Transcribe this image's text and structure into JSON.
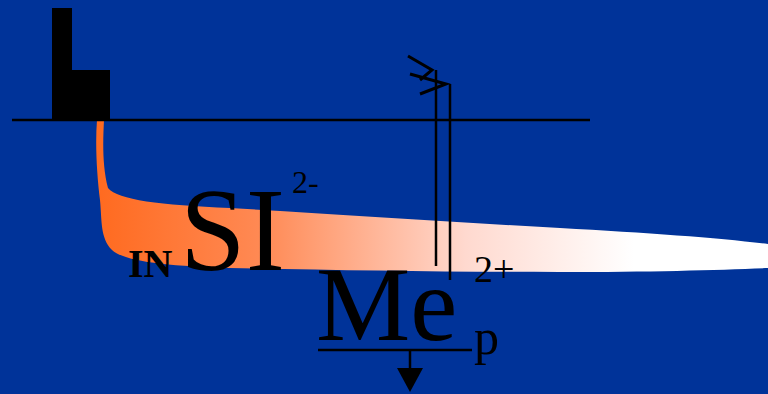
{
  "diagram": {
    "labels": [
      "IN",
      "SI",
      "2-",
      "Me",
      "2+",
      "p"
    ]
  }
}
